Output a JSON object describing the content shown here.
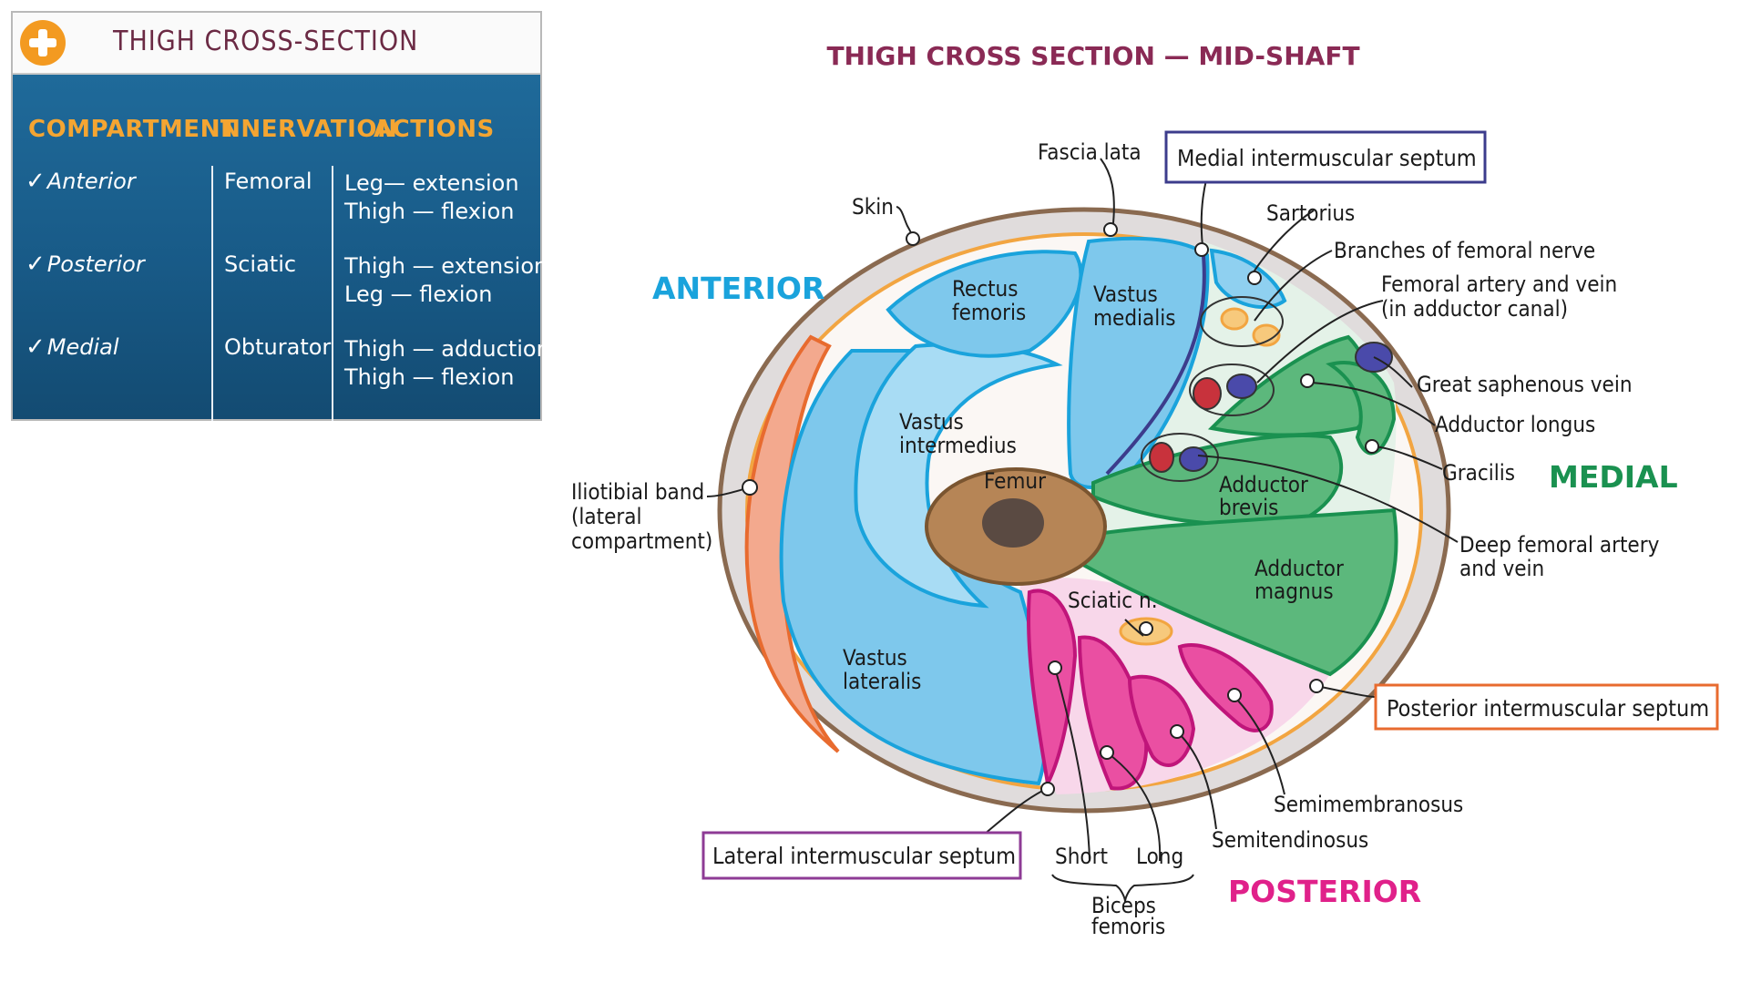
{
  "panel": {
    "title": "THIGH CROSS-SECTION",
    "headers": [
      "COMPARTMENT",
      "INNERVATION",
      "ACTIONS"
    ],
    "rows": [
      {
        "compartment": "Anterior",
        "innervation": "Femoral",
        "action1": "Leg— extension",
        "action2": "Thigh — flexion"
      },
      {
        "compartment": "Posterior",
        "innervation": "Sciatic",
        "action1": "Thigh — extension",
        "action2": "Leg — flexion"
      },
      {
        "compartment": "Medial",
        "innervation": "Obturator",
        "action1": "Thigh — adduction",
        "action2": "Thigh — flexion"
      }
    ],
    "check_mark": "✓"
  },
  "diagram": {
    "title": "THIGH CROSS SECTION — MID-SHAFT",
    "regions": {
      "anterior": "ANTERIOR",
      "medial": "MEDIAL",
      "posterior": "POSTERIOR"
    },
    "labels": {
      "fascia_lata": "Fascia lata",
      "skin": "Skin",
      "sartorius": "Sartorius",
      "branches_femoral_nerve": "Branches of femoral nerve",
      "femoral_artery_vein_1": "Femoral artery and vein",
      "femoral_artery_vein_2": "(in adductor canal)",
      "great_saphenous_vein": "Great saphenous vein",
      "adductor_longus": "Adductor longus",
      "gracilis": "Gracilis",
      "deep_femoral_1": "Deep femoral artery",
      "deep_femoral_2": "and vein",
      "iliotibial_1": "Iliotibial band",
      "iliotibial_2": "(lateral",
      "iliotibial_3": "compartment)",
      "semimembranosus": "Semimembranosus",
      "semitendinosus": "Semitendinosus",
      "short": "Short",
      "long": "Long",
      "biceps_1": "Biceps",
      "biceps_2": "femoris"
    },
    "inner_labels": {
      "rectus_1": "Rectus",
      "rectus_2": "femoris",
      "vastus_medialis_1": "Vastus",
      "vastus_medialis_2": "medialis",
      "vastus_intermedius_1": "Vastus",
      "vastus_intermedius_2": "intermedius",
      "femur": "Femur",
      "adductor_brevis_1": "Adductor",
      "adductor_brevis_2": "brevis",
      "adductor_magnus_1": "Adductor",
      "adductor_magnus_2": "magnus",
      "sciatic": "Sciatic n.",
      "vastus_lateralis_1": "Vastus",
      "vastus_lateralis_2": "lateralis"
    },
    "boxed_labels": {
      "medial_septum": "Medial intermuscular septum",
      "posterior_septum": "Posterior intermuscular septum",
      "lateral_septum": "Lateral intermuscular septum"
    },
    "colors": {
      "title": "#8a2a55",
      "anterior": "#1aa3dc",
      "medial": "#1a9150",
      "posterior": "#e0218a",
      "medial_box": "#3c3c8c",
      "posterior_box": "#e86b2f",
      "lateral_box": "#8e3b95",
      "anterior_muscle": "#7ec8ec",
      "medial_muscle": "#5cb87c",
      "posterior_muscle": "#ea4fa2",
      "femur": "#b68556"
    }
  }
}
